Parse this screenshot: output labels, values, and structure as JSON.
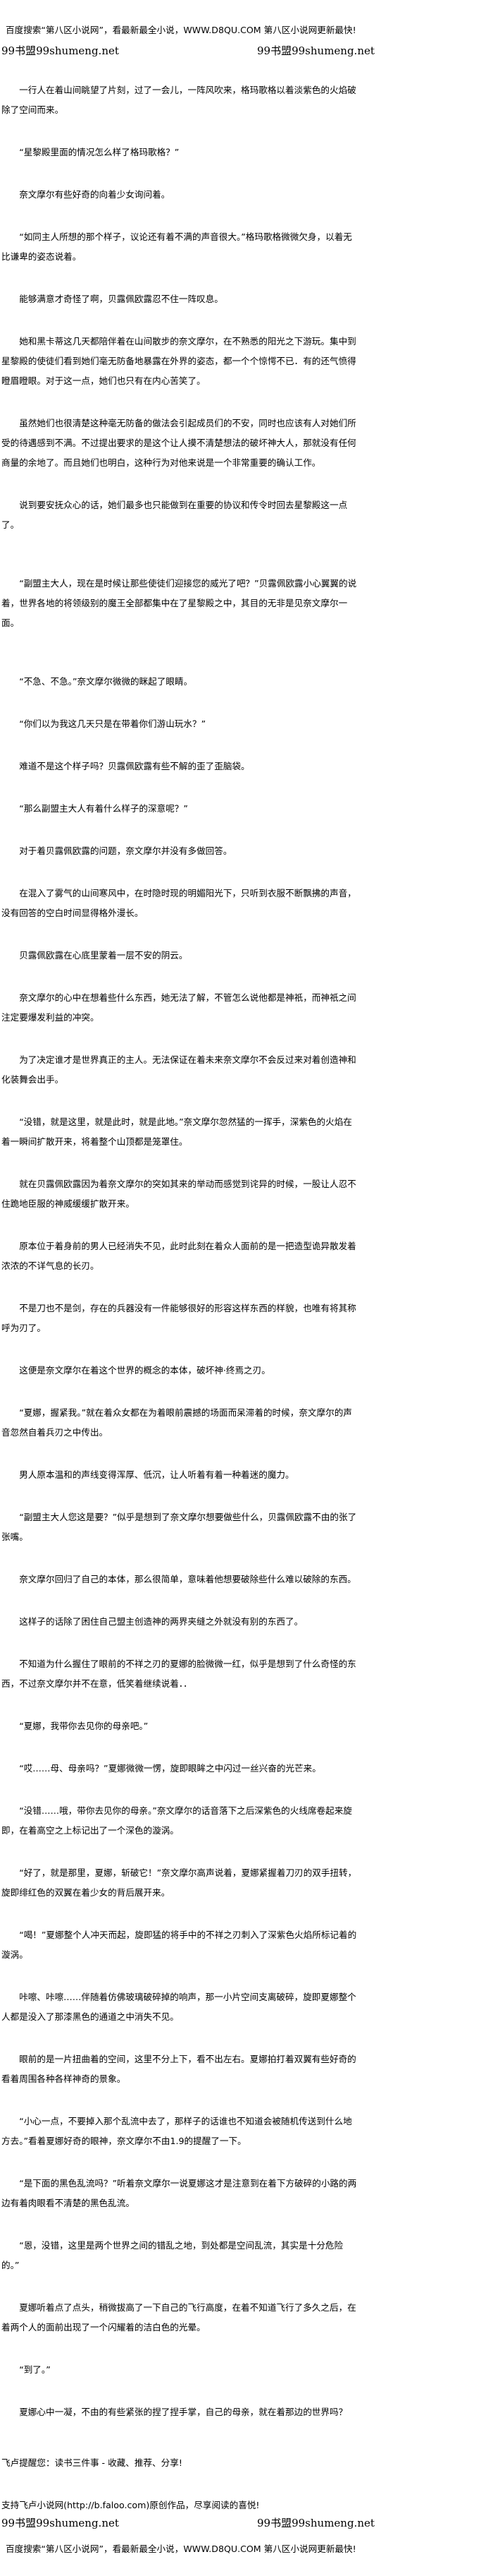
{
  "header": {
    "promo": "百度搜索“第八区小说网”，看最新最全小说，WWW.D8QU.COM  第八区小说网更新最快!",
    "watermark_left": "99书盟99shumeng.net",
    "watermark_right": "99书盟99shumeng.net"
  },
  "paragraphs": [
    "一行人在着山间眺望了片刻，过了一会儿，一阵风吹来，格玛歌格以着淡紫色的火焰破除了空间而来。",
    "“星黎殿里面的情况怎么样了格玛歌格？”",
    "奈文摩尔有些好奇的向着少女询问着。",
    "“如同主人所想的那个样子，议论还有着不满的声音很大。”格玛歌格微微欠身，以着无比谦卑的姿态说着。",
    "能够满意才奇怪了啊，贝露佩欧露忍不住一阵叹息。",
    "她和黑卡蒂这几天都陪伴着在山间散步的奈文摩尔，在不熟悉的阳光之下游玩。集中到星黎殿的使徒们看到她们毫无防备地暴露在外界的姿态，都一个个惊愕不已．有的还气愤得瞪眉瞪眼。对于这一点，她们也只有在内心苦笑了。",
    "虽然她们也很清楚这种毫无防备的做法会引起成员们的不安，同时也应该有人对她们所受的待遇感到不满。不过提出要求的是这个让人摸不清楚想法的破坏神大人，那就没有任何商量的余地了。而且她们也明白，这种行为对他来说是一个非常重要的确认工作。",
    "说到要安抚众心的话，她们最多也只能做到在重要的协议和传令时回去星黎殿这一点了。",
    "“副盟主大人，现在是时候让那些使徒们迎接您的威光了吧？”贝露佩欧露小心翼翼的说着，世界各地的将领级别的魔王全部都集中在了星黎殿之中，其目的无非是见奈文摩尔一面。",
    "“不急、不急。”奈文摩尔微微的眯起了眼睛。",
    "“你们以为我这几天只是在带着你们游山玩水？”",
    "难道不是这个样子吗？贝露佩欧露有些不解的歪了歪脑袋。",
    "“那么副盟主大人有着什么样子的深意呢？”",
    "对于着贝露佩欧露的问题，奈文摩尔并没有多做回答。",
    "在混入了雾气的山间寒风中，在时隐时现的明媚阳光下，只听到衣服不断飘拂的声音，没有回答的空白时间显得格外漫长。",
    "贝露佩欧露在心底里蒙着一层不安的阴云。",
    "奈文摩尔的心中在想着些什么东西，她无法了解，不管怎么说他都是神祇，而神祇之间注定要爆发利益的冲突。",
    "为了决定谁才是世界真正的主人。无法保证在着未来奈文摩尔不会反过来对着创造神和化装舞会出手。",
    "“没错，就是这里，就是此时，就是此地。”奈文摩尔忽然猛的一挥手，深紫色的火焰在着一瞬间扩散开来，将着整个山顶都是笼罩住。",
    "就在贝露佩欧露因为着奈文摩尔的突如其来的举动而感觉到诧异的时候，一股让人忍不住跪地臣服的神威缓缓扩散开来。",
    "原本位于着身前的男人已经消失不见，此时此刻在着众人面前的是一把造型诡异散发着浓浓的不详气息的长刃。",
    "不是刀也不是剑，存在的兵器没有一件能够很好的形容这样东西的样貌，也唯有将其称呼为刃了。",
    "这便是奈文摩尔在着这个世界的概念的本体，破坏神·终焉之刃。",
    "“夏娜，握紧我。”就在着众女都在为着眼前震撼的场面而呆滞着的时候，奈文摩尔的声音忽然自着兵刃之中传出。",
    "男人原本温和的声线变得浑厚、低沉，让人听着有着一种着迷的魔力。",
    "“副盟主大人您这是要？”似乎是想到了奈文摩尔想要做些什么，贝露佩欧露不由的张了张嘴。",
    "奈文摩尔回归了自己的本体，那么很简单，意味着他想要破除些什么难以破除的东西。",
    "这样子的话除了困住自己盟主创造神的两界夹缝之外就没有别的东西了。",
    "不知道为什么握住了眼前的不祥之刃的夏娜的脸微微一红，似乎是想到了什么奇怪的东西，不过奈文摩尔并不在意，低笑着继续说着．．",
    "“夏娜，我带你去见你的母亲吧。”",
    "“哎……母、母亲吗？”夏娜微微一愣，旋即眼眸之中闪过一丝兴奋的光芒来。",
    "“没错……哦，带你去见你的母亲。”奈文摩尔的话音落下之后深紫色的火线席卷起来旋即，在着高空之上标记出了一个深色的漩涡。",
    "“好了，就是那里，夏娜，斩破它！”奈文摩尔高声说着，夏娜紧握着刀刃的双手扭转，旋即绯红色的双翼在着少女的背后展开来。",
    "“喝！”夏娜整个人冲天而起，旋即猛的将手中的不祥之刃刺入了深紫色火焰所标记着的漩涡。",
    "咔嚓、咔嚓……伴随着仿佛玻璃破碎掉的响声，那一小片空间支离破碎，旋即夏娜整个人都是没入了那漆黑色的通道之中消失不见。",
    "眼前的是一片扭曲着的空间，这里不分上下，看不出左右。夏娜拍打着双翼有些好奇的看着周围各种各样神奇的景象。",
    "“小心一点，不要掉入那个乱流中去了，那样子的话谁也不知道会被随机传送到什么地方去。”看着夏娜好奇的眼神，奈文摩尔不由1.9的提醒了一下。",
    "“是下面的黑色乱流吗？”听着奈文摩尔一说夏娜这才是注意到在着下方破碎的小路的两边有着肉眼看不清楚的黑色乱流。",
    "“恩，没错，这里是两个世界之间的错乱之地，到处都是空间乱流，其实是十分危险的。”",
    "夏娜听着点了点头，稍微拔高了一下自己的飞行高度，在着不知道飞行了多久之后，在着两个人的面前出现了一个闪耀着的洁白色的光晕。",
    "“到了。”",
    "夏娜心中一凝，不由的有些紧张的捏了捏手掌，自己的母亲，就在着那边的世界吗？"
  ],
  "footer": {
    "reminder": "飞卢提醒您：读书三件事 - 收藏、推荐、分享!",
    "support": "支持飞卢小说网(http://b.faloo.com)原创作品，尽享阅读的喜悦!",
    "watermark_left": "99书盟99shumeng.net",
    "watermark_right": "99书盟99shumeng.net",
    "promo": "百度搜索“第八区小说网”，看最新最全小说，WWW.D8QU.COM  第八区小说网更新最快!"
  }
}
